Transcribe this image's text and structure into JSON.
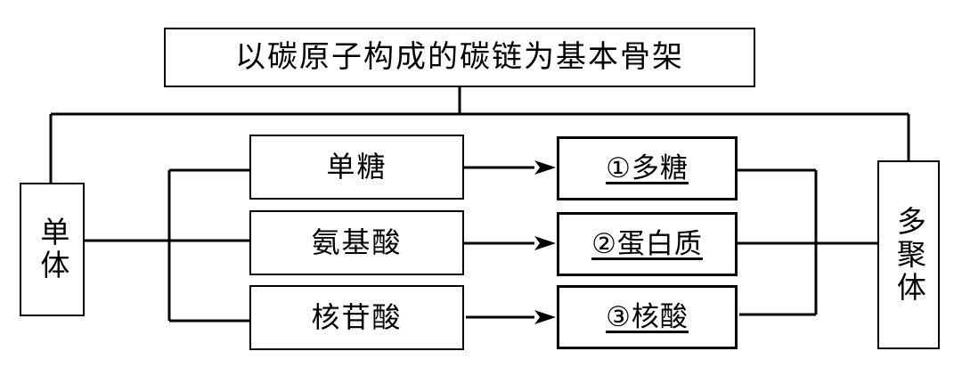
{
  "diagram": {
    "title_box": {
      "text": "以碳原子构成的碳链为基本骨架"
    },
    "left_box": {
      "text": "单体"
    },
    "right_box": {
      "text": "多聚体"
    },
    "monomers": [
      {
        "text": "单糖"
      },
      {
        "text": "氨基酸"
      },
      {
        "text": "核苷酸"
      }
    ],
    "polymers": [
      {
        "text": "①多糖"
      },
      {
        "text": "②蛋白质"
      },
      {
        "text": "③核酸"
      }
    ],
    "colors": {
      "line": "#000000",
      "background": "#ffffff",
      "text": "#000000"
    }
  }
}
